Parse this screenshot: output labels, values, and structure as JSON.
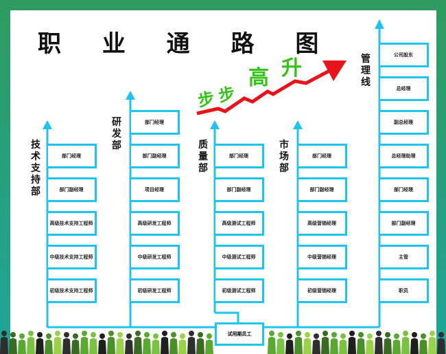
{
  "title": "职 业 通 路 图",
  "slogan": [
    "步",
    "步",
    "高",
    "升"
  ],
  "departments": [
    {
      "name": "技术支持部",
      "levels": [
        "部门经理",
        "部门副经理",
        "高级技术支持工程师",
        "中级技术支持工程师",
        "初级技术支持工程师"
      ]
    },
    {
      "name": "研发部",
      "levels": [
        "部门经理",
        "部门副经理",
        "项目经理",
        "高级研发工程师",
        "中级研发工程师",
        "初级研发工程师"
      ]
    },
    {
      "name": "质量部",
      "levels": [
        "部门经理",
        "部门副经理",
        "高级测试工程师",
        "中级测试工程师",
        "初级测试工程师"
      ]
    },
    {
      "name": "市场部",
      "levels": [
        "部门经理",
        "部门副经理",
        "高级营销经理",
        "中级营销经理",
        "初级营销经理"
      ]
    },
    {
      "name": "管理线",
      "levels": [
        "公司股东",
        "总经理",
        "副总经理",
        "总经理助理",
        "部门经理",
        "部门副经理",
        "主管",
        "职员"
      ]
    }
  ],
  "entry": "试用期员工",
  "colors": {
    "line": "#1ec3ef",
    "arrow": "#e8141b",
    "slogan": "#35c219",
    "border": "#2f9b5f"
  }
}
